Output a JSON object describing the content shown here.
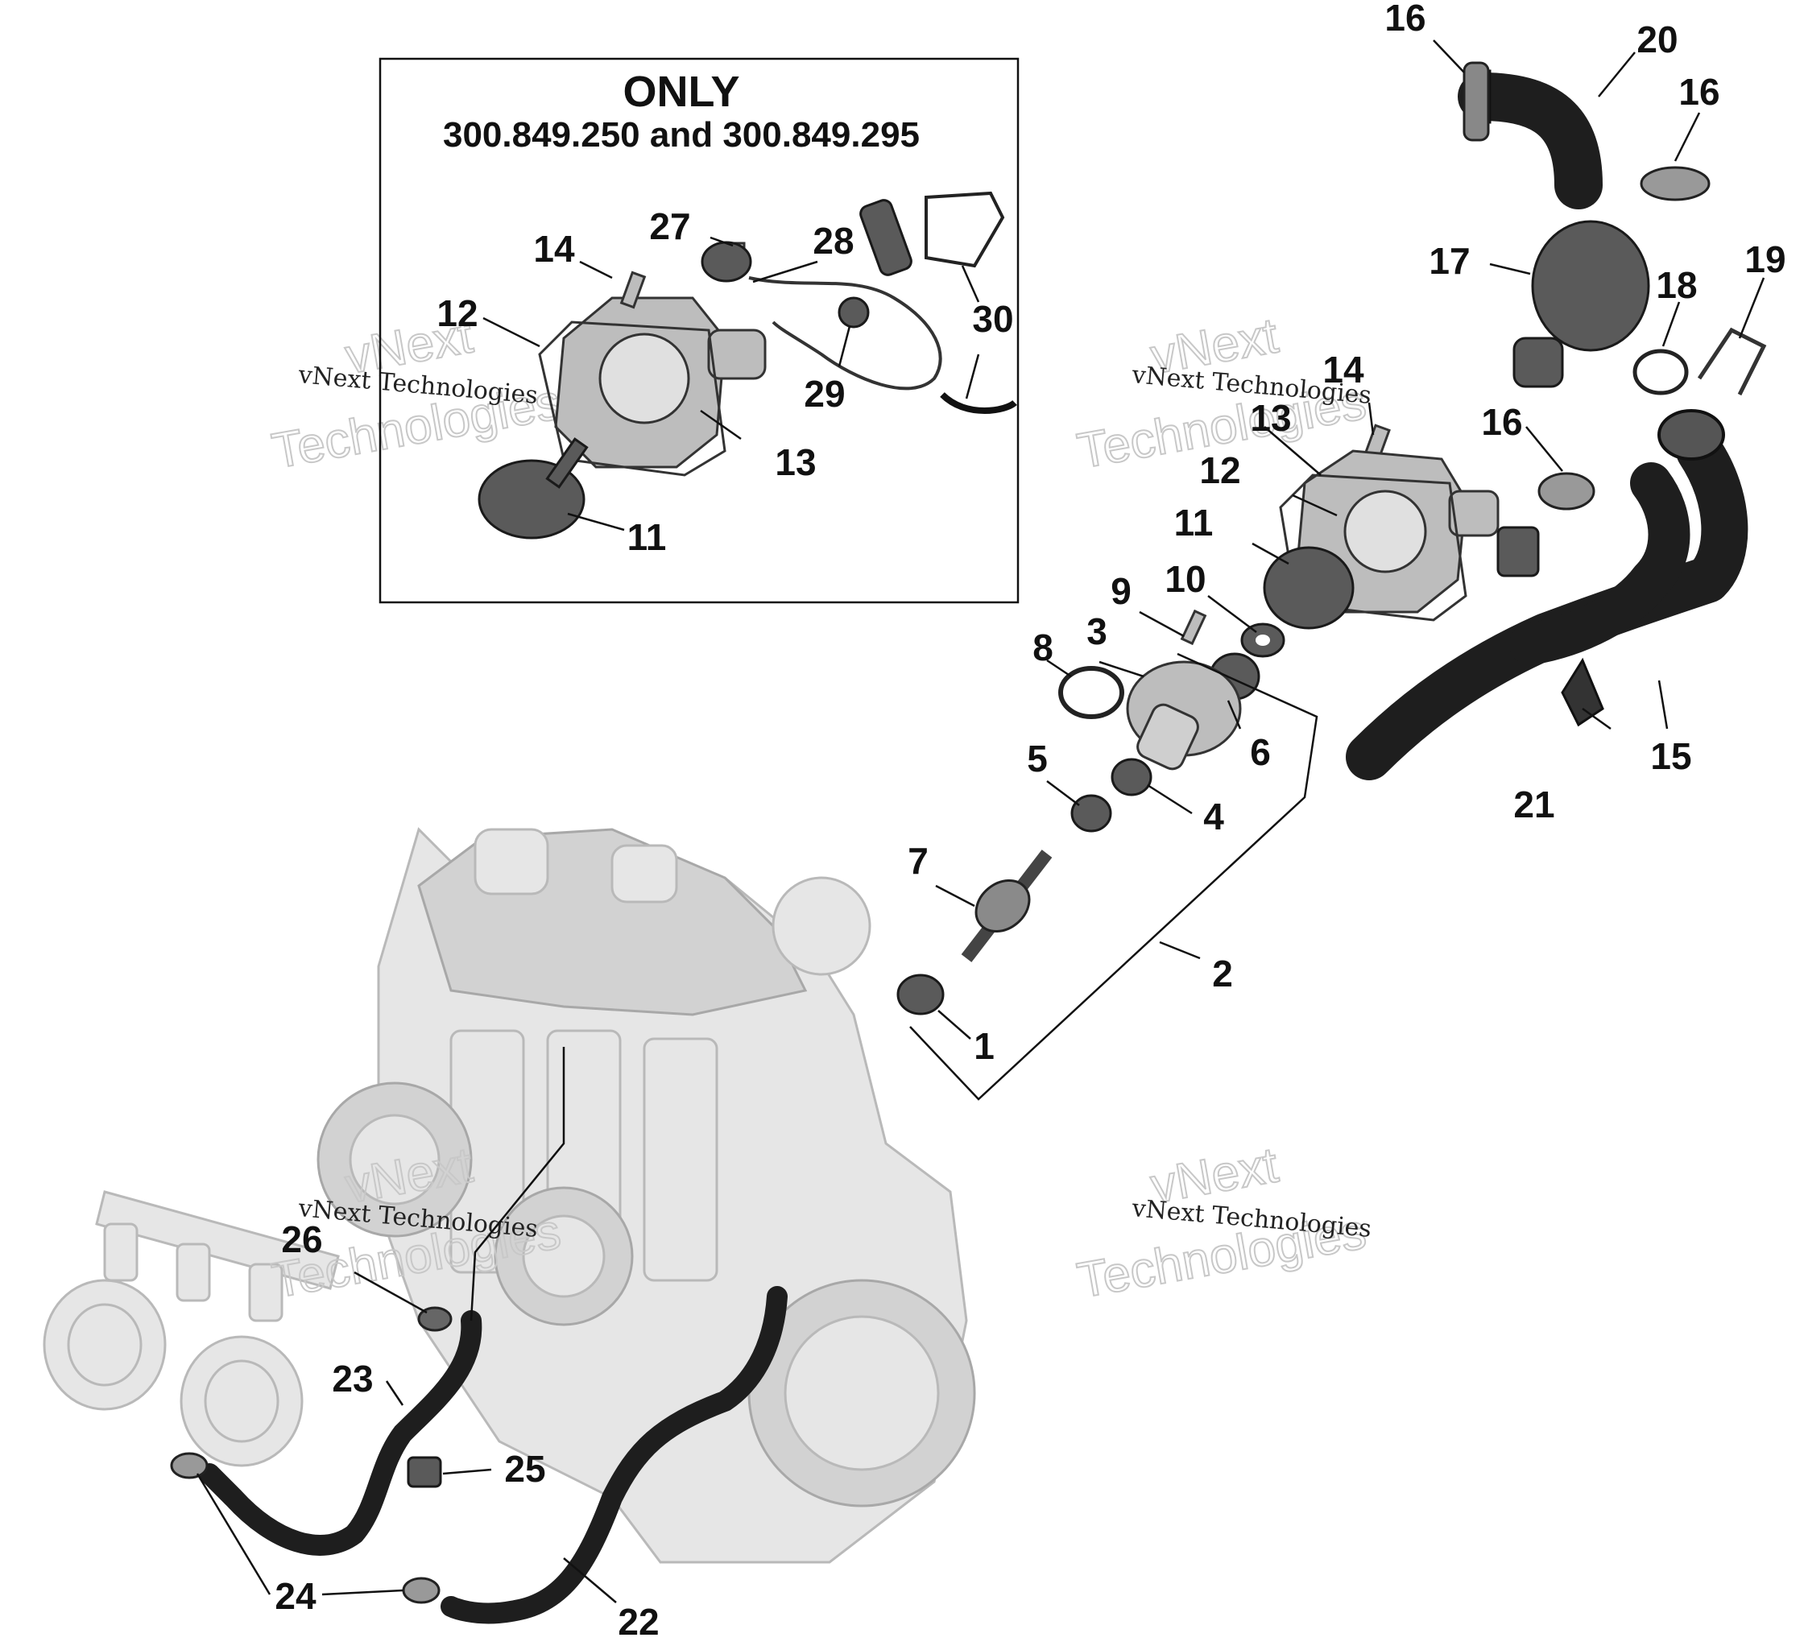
{
  "inset": {
    "title": "ONLY",
    "subtitle": "300.849.250 and 300.849.295"
  },
  "watermarks": {
    "big_top": "vNext",
    "big_bottom": "Technologies",
    "small": "vNext Technologies"
  },
  "callouts": {
    "c1": "1",
    "c2": "2",
    "c3": "3",
    "c4": "4",
    "c5": "5",
    "c6": "6",
    "c7": "7",
    "c8": "8",
    "c9": "9",
    "c10": "10",
    "c11": "11",
    "c12": "12",
    "c13": "13",
    "c14": "14",
    "c15": "15",
    "c16": "16",
    "c17": "17",
    "c18": "18",
    "c19": "19",
    "c20": "20",
    "c21": "21",
    "c22": "22",
    "c23": "23",
    "c24": "24",
    "c25": "25",
    "c26": "26",
    "c27": "27",
    "c28": "28",
    "c29": "29",
    "c30": "30"
  },
  "colors": {
    "line": "#111111",
    "part_dark": "#1e1e1e",
    "engine_ghost": "#e6e6e6",
    "background": "#ffffff"
  }
}
